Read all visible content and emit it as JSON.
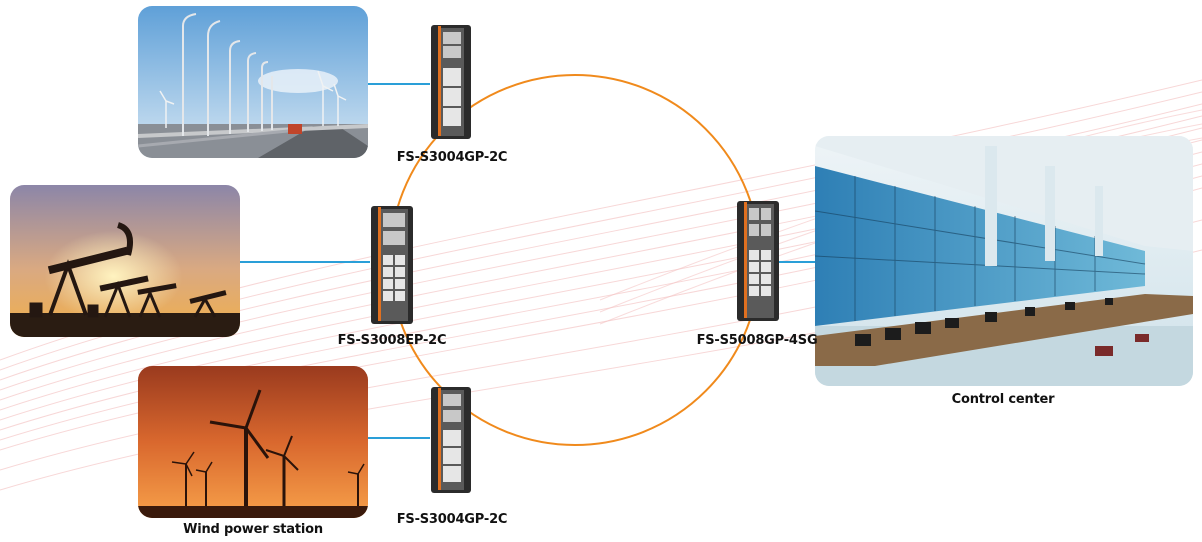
{
  "switches": [
    {
      "id": "top",
      "label": "FS-S3004GP-2C"
    },
    {
      "id": "left",
      "label": "FS-S3008EP-2C"
    },
    {
      "id": "bottom",
      "label": "FS-S3004GP-2C"
    },
    {
      "id": "right",
      "label": "FS-S5008GP-4SG"
    }
  ],
  "sites": {
    "highway": {
      "caption": ""
    },
    "oilfield": {
      "caption": ""
    },
    "wind": {
      "caption": "Wind power station"
    },
    "control": {
      "caption": "Control center"
    }
  },
  "colors": {
    "ring": "#f08a1c",
    "link": "#2a9fd8",
    "wave": "#f6c9c9"
  }
}
